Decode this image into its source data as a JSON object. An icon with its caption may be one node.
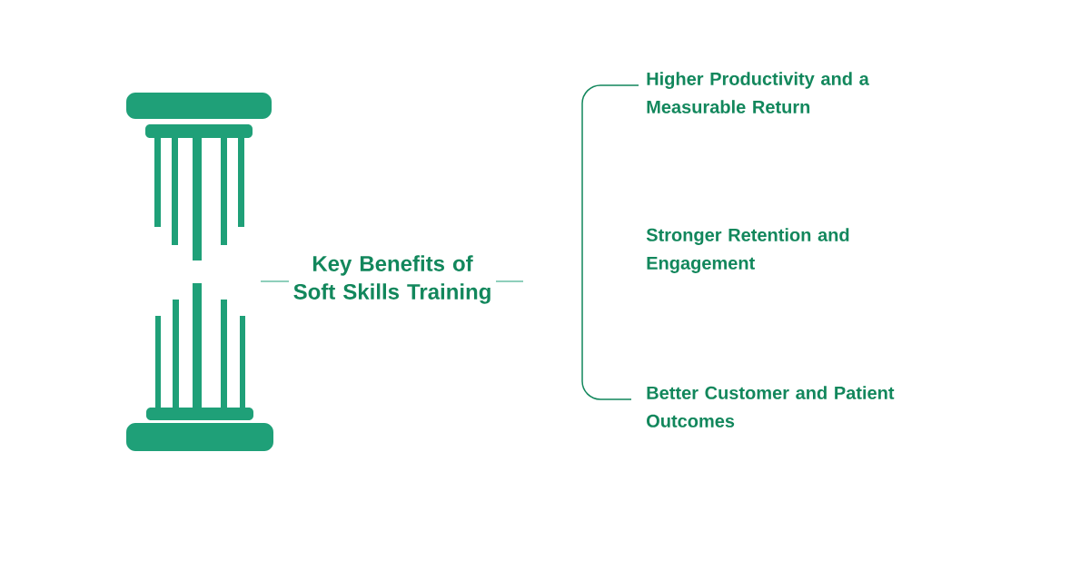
{
  "diagram": {
    "title": "Key Benefits of Soft Skills Training",
    "labels": [
      "Higher Productivity and a Measurable Return",
      "Stronger Retention and Engagement",
      "Better Customer and Patient Outcomes"
    ]
  }
}
